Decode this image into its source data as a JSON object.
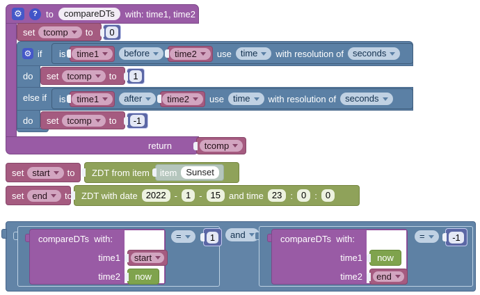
{
  "icons": {
    "gear": "⚙",
    "help": "?"
  },
  "colors": {
    "function_purple": "#995ba5",
    "variable_pink": "#a55b80",
    "logic_blue": "#5b80a5",
    "math_navy": "#5b67a5",
    "zdt_olive": "#8fa25a",
    "now_green": "#7fa34d",
    "item_sage": "#b5c6bd",
    "dropdown_light": "#c0d1e3"
  },
  "function_def": {
    "to": "to",
    "name": "compareDTs",
    "params": "with: time1, time2",
    "set_init": {
      "set": "set",
      "var": "tcomp",
      "to": "to",
      "value": "0"
    },
    "if_block": {
      "if": "if",
      "cond1": {
        "is": "is",
        "left": "time1",
        "op": "before",
        "right": "time2",
        "use": "use",
        "source": "time",
        "res_label": "with resolution of",
        "resolution": "seconds"
      },
      "do1": "do",
      "set1": {
        "set": "set",
        "var": "tcomp",
        "to": "to",
        "value": "1"
      },
      "elseif": "else if",
      "cond2": {
        "is": "is",
        "left": "time1",
        "op": "after",
        "right": "time2",
        "use": "use",
        "source": "time",
        "res_label": "with resolution of",
        "resolution": "seconds"
      },
      "do2": "do",
      "set2": {
        "set": "set",
        "var": "tcomp",
        "to": "to",
        "value": "-1"
      }
    },
    "return_label": "return",
    "return_var": "tcomp"
  },
  "set_start": {
    "set": "set",
    "var": "start",
    "to": "to",
    "block_label": "ZDT from item",
    "item_label": "item",
    "item_name": "Sunset"
  },
  "set_end": {
    "set": "set",
    "var": "end",
    "to": "to",
    "block_label": "ZDT with date",
    "year": "2022",
    "sep1": "-",
    "month": "1",
    "sep2": "-",
    "day": "15",
    "time_label": "and time",
    "hour": "23",
    "c1": ":",
    "minute": "0",
    "c2": ":",
    "second": "0"
  },
  "condition": {
    "call1": {
      "name": "compareDTs",
      "with": "with:",
      "p1": "time1",
      "v1": "start",
      "p2": "time2",
      "v2": "now",
      "op": "=",
      "value": "1"
    },
    "joiner": "and",
    "call2": {
      "name": "compareDTs",
      "with": "with:",
      "p1": "time1",
      "v1": "now",
      "p2": "time2",
      "v2": "end",
      "op": "=",
      "value": "-1"
    }
  }
}
